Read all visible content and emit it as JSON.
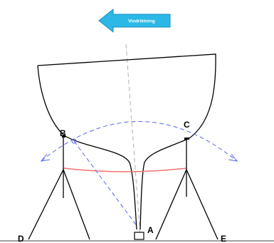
{
  "wind_arrow": {
    "label": "Vindriktning",
    "fill_color": "#2bb8e6",
    "outline_color": "#1a8ec2"
  },
  "points": {
    "A": "A",
    "B": "B",
    "C": "C",
    "D": "D",
    "E": "E"
  },
  "colors": {
    "hull": "#000000",
    "swing_arc": "#5566ee",
    "waterline": "#f07070",
    "centerline": "#b0b0b0",
    "ground": "#808080"
  }
}
